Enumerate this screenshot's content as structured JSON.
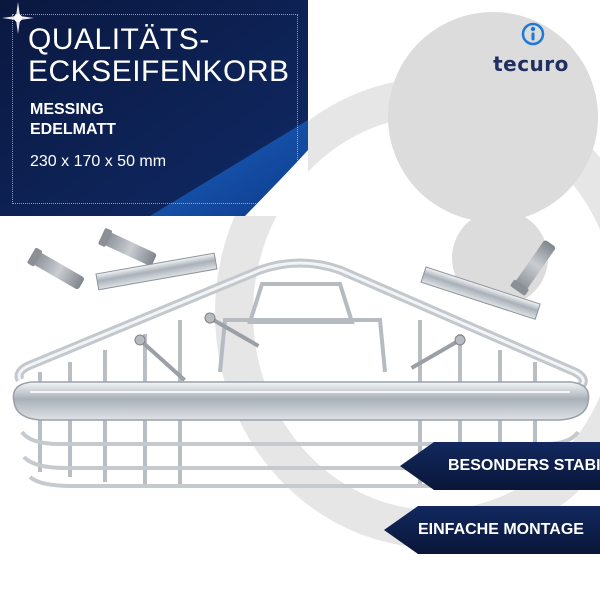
{
  "brand": {
    "name": "tecuro",
    "colors": {
      "navy": "#0b1a44",
      "accent": "#1f78d4",
      "logo": "#1e2f60"
    }
  },
  "info_panel": {
    "title_line1": "QUALITÄTS-",
    "title_line2": "ECKSEIFENKORB",
    "material_line1": "MESSING",
    "material_line2": "EDELMATT",
    "dimensions": "230 x 170 x 50 mm"
  },
  "features": [
    {
      "label": "BESONDERS STABIL"
    },
    {
      "label": "EINFACHE MONTAGE"
    }
  ],
  "icons": [
    "tecuro-logo-icon",
    "sparkle-icon",
    "arrow-left-icon"
  ]
}
